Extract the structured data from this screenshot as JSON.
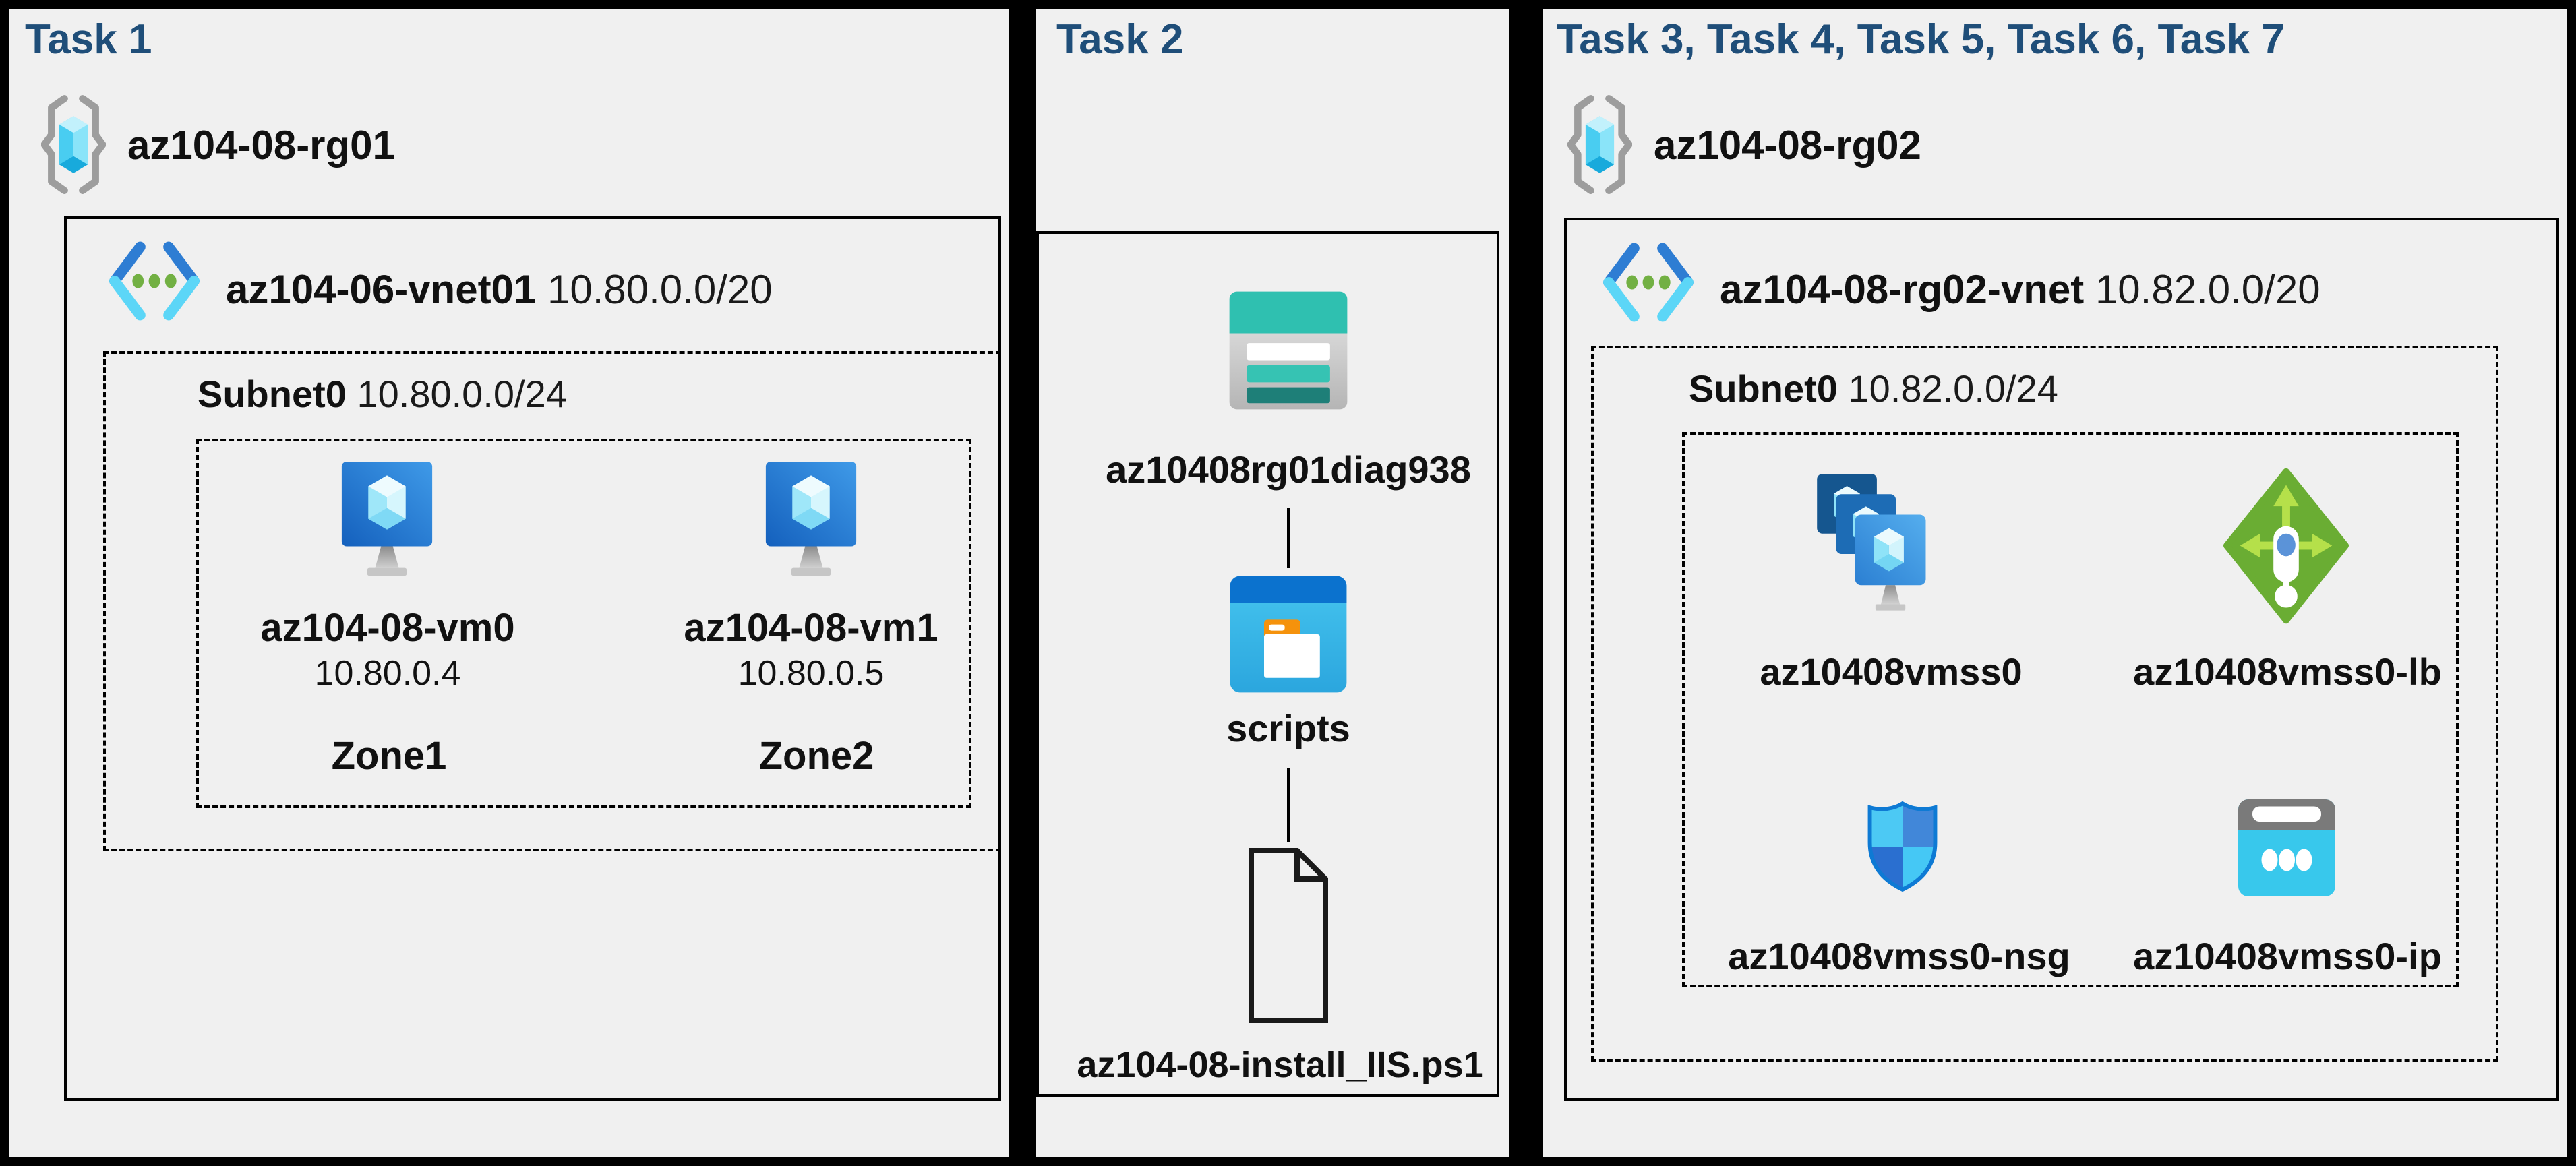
{
  "colors": {
    "background": "#000000",
    "panel_fill": "#f0f0f0",
    "task_title": "#1f4e79",
    "label_text": "#111111",
    "vm_blue": "#2f86d8",
    "vnet_blue": "#2e7dd3",
    "vnet_cyan": "#5cd6f7",
    "green_dot": "#72b043",
    "lb_green": "#6aad33",
    "storage_teal": "#2fc0b0",
    "ip_cyan": "#38c8ec",
    "nsg_blue": "#2a77d4",
    "folder_orange": "#f5920c",
    "rg_gray": "#9d9d9d"
  },
  "panels": {
    "task1": {
      "title": "Task 1",
      "resource_group": {
        "name": "az104-08-rg01"
      },
      "vnet": {
        "name": "az104-06-vnet01",
        "cidr": "10.80.0.0/20"
      },
      "subnet": {
        "name": "Subnet0",
        "cidr": "10.80.0.0/24"
      },
      "vms": [
        {
          "name": "az104-08-vm0",
          "ip": "10.80.0.4",
          "zone": "Zone1"
        },
        {
          "name": "az104-08-vm1",
          "ip": "10.80.0.5",
          "zone": "Zone2"
        }
      ]
    },
    "task2": {
      "title": "Task 2",
      "storage_account": "az10408rg01diag938",
      "container": "scripts",
      "file": "az104-08-install_IIS.ps1"
    },
    "task3": {
      "title": "Task 3, Task 4, Task 5, Task 6, Task 7",
      "resource_group": {
        "name": "az104-08-rg02"
      },
      "vnet": {
        "name": "az104-08-rg02-vnet",
        "cidr": "10.82.0.0/20"
      },
      "subnet": {
        "name": "Subnet0",
        "cidr": "10.82.0.0/24"
      },
      "resources": [
        {
          "name": "az10408vmss0",
          "type": "vm-scale-set"
        },
        {
          "name": "az10408vmss0-lb",
          "type": "load-balancer"
        },
        {
          "name": "az10408vmss0-nsg",
          "type": "network-security-group"
        },
        {
          "name": "az10408vmss0-ip",
          "type": "public-ip"
        }
      ]
    }
  }
}
